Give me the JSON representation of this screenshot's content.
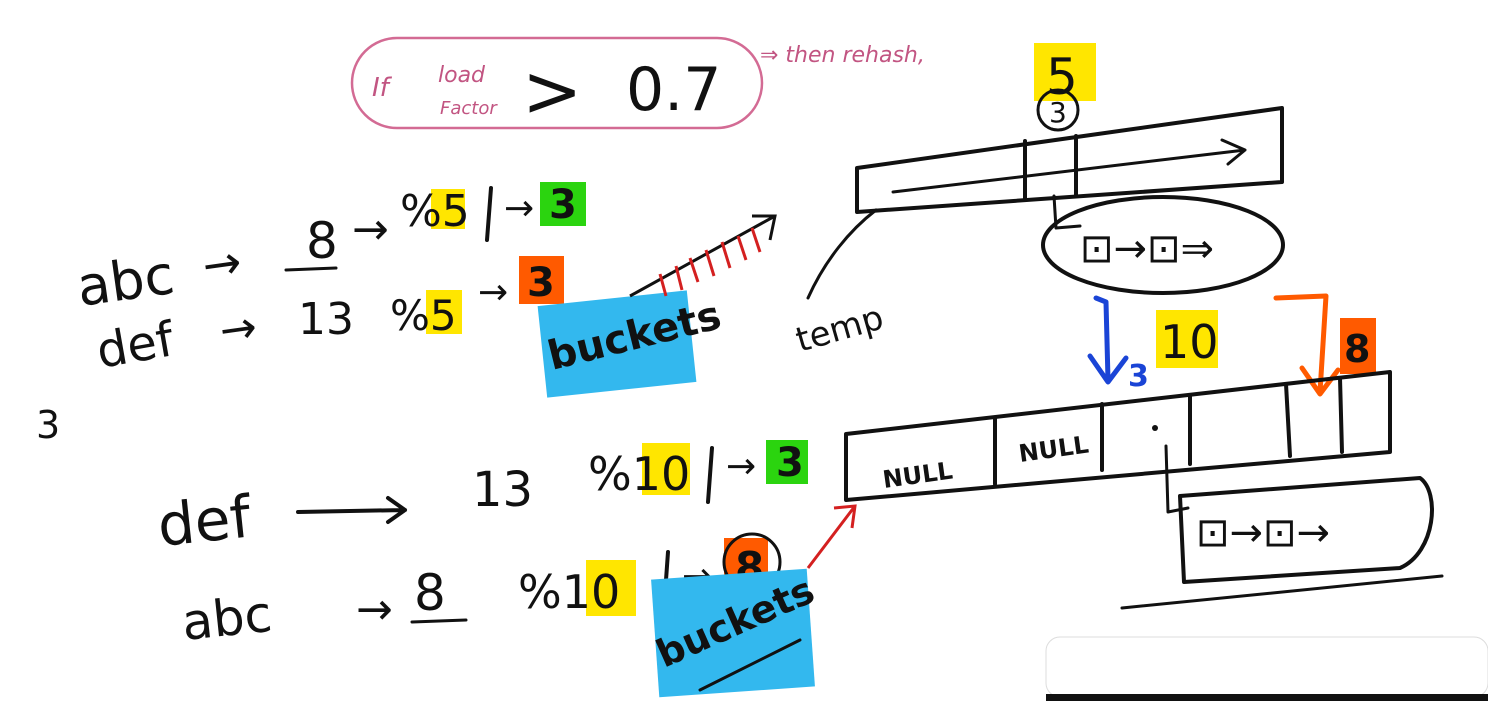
{
  "note": {
    "if_text": "If",
    "load_text": "load",
    "factor_text": "Factor",
    "op_text": ">",
    "value_text": "0.7",
    "then_text": "⇒ then rehash,"
  },
  "hash_5": {
    "abc_key": "abc",
    "abc_hash": "8",
    "abc_mod": "%5",
    "abc_bucket": "3",
    "def_key": "def",
    "def_hash": "13",
    "def_mod": "%5",
    "def_bucket": "3",
    "bucket_label": "buckets",
    "temp_label": "temp",
    "capacity": "5",
    "bucket_index": "3"
  },
  "stray_digit": "3",
  "hash_10": {
    "def_key": "def",
    "def_hash": "13",
    "def_mod": "%10",
    "def_bucket": "3",
    "abc_key": "abc",
    "abc_hash": "8",
    "abc_mod": "%10",
    "abc_bucket": "8",
    "bucket_label": "buckets",
    "capacity": "10",
    "move_index_3": "3",
    "move_index_8": "8",
    "null_1": "NULL",
    "null_2": "NULL"
  },
  "colors": {
    "yellow": "#ffe600",
    "green": "#2bd40f",
    "orange": "#ff5a00",
    "cyan": "#33b8ee",
    "blue": "#1a44d6",
    "red": "#d42020",
    "pink": "#d36b94",
    "ink": "#111111"
  }
}
